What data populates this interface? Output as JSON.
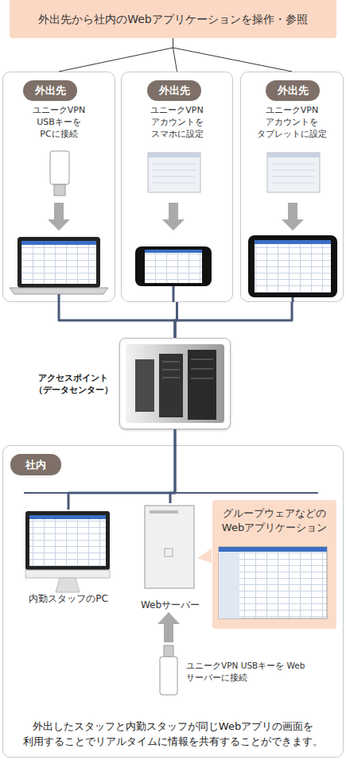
{
  "diagram": {
    "nodes": [
      {
        "text": [
          "外出先から社内のWebアプリケーションを操作・参照"
        ]
      },
      {
        "text": [
          "ユニークVPN USBキーを PCに接続"
        ]
      },
      {
        "text": [
          "外出先"
        ],
        "in": 1
      },
      {
        "text": [
          "ユニークVPN アカウントを スマホに設定"
        ]
      },
      {
        "text": [
          "外出先"
        ],
        "in": 3
      },
      {
        "text": [
          "ユニークVPN アカウントを タブレットに設定"
        ]
      },
      {
        "text": [
          "外出先"
        ],
        "in": 5
      },
      {
        "text": [
          "アクセスポイント （データセンター）"
        ]
      },
      {
        "text": [
          "外出したスタッフと内勤スタッフが同じWebアプリの画面を 利用することでリアルタイムに情報を共有することができます。"
        ]
      },
      {
        "text": [
          "社内"
        ],
        "in": 8
      },
      {
        "text": [
          "内勤スタッフのPC"
        ],
        "in": 8
      },
      {
        "text": [
          "Webサーバー"
        ],
        "in": 8
      },
      {
        "text": [
          "グループウェアなどの Webアプリケーション"
        ],
        "in": 8
      }
    ],
    "edges": [
      {
        "from": 0,
        "to": 1,
        "arrow": "none"
      },
      {
        "from": 0,
        "to": 3,
        "arrow": "none"
      },
      {
        "from": 0,
        "to": 5,
        "arrow": "none"
      },
      {
        "from": 1,
        "to": 7,
        "arrow": "none"
      },
      {
        "from": 3,
        "to": 7,
        "arrow": "none"
      },
      {
        "from": 5,
        "to": 7,
        "arrow": "none"
      },
      {
        "from": 7,
        "to": 10,
        "arrow": "none"
      },
      {
        "from": 7,
        "to": 11,
        "arrow": "none"
      }
    ],
    "labels": [
      "ユニークVPN USBキーを Web サーバーに接続"
    ]
  }
}
